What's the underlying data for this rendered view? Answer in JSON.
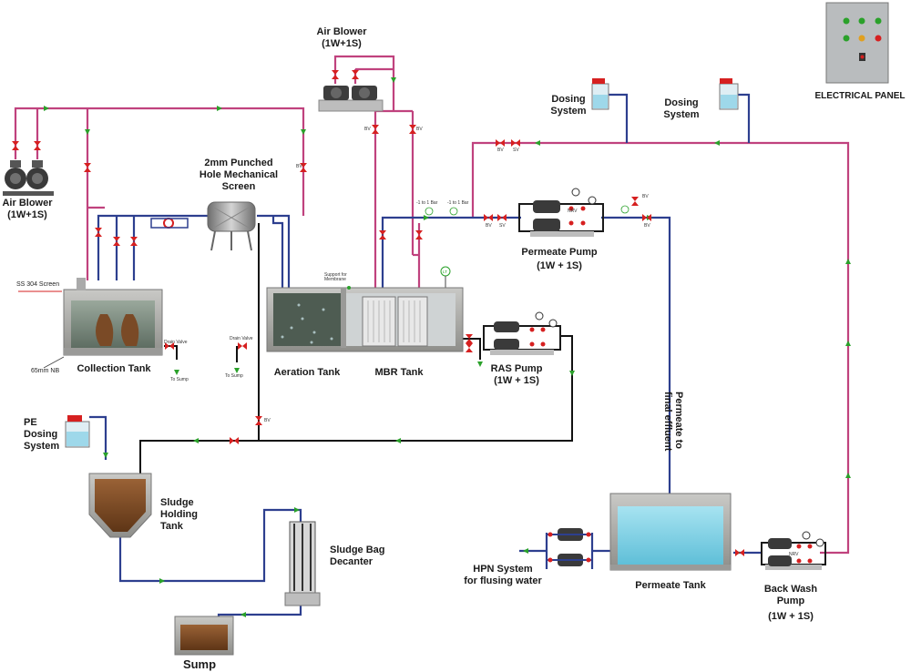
{
  "labels": {
    "air_blower_top_1": "Air Blower",
    "air_blower_top_2": "(1W+1S)",
    "air_blower_left_1": "Air Blower",
    "air_blower_left_2": "(1W+1S)",
    "screen_1": "2mm Punched",
    "screen_2": "Hole Mechanical",
    "screen_3": "Screen",
    "dosing_1_a": "Dosing",
    "dosing_1_b": "System",
    "dosing_2_a": "Dosing",
    "dosing_2_b": "System",
    "electrical_panel": "ELECTRICAL PANEL",
    "permeate_pump_1": "Permeate Pump",
    "permeate_pump_2": "(1W + 1S)",
    "ss_screen": "SS 304 Screen",
    "nb": "65mm NB",
    "collection_tank": "Collection Tank",
    "drain_valve_1": "Drain Valve",
    "to_sump_1": "To Sump",
    "drain_valve_2": "Drain Valve",
    "to_sump_2": "To Sump",
    "aeration_tank": "Aeration Tank",
    "mbr_tank": "MBR Tank",
    "support_membrane_1": "Support for",
    "support_membrane_2": "Membrane",
    "ras_pump_1": "RAS Pump",
    "ras_pump_2": "(1W + 1S)",
    "permeate_final_1": "Permeate to",
    "permeate_final_2": "final effluent",
    "pe_dosing_1": "PE",
    "pe_dosing_2": "Dosing",
    "pe_dosing_3": "System",
    "sludge_holding_1": "Sludge",
    "sludge_holding_2": "Holding",
    "sludge_holding_3": "Tank",
    "sludge_bag_1": "Sludge Bag",
    "sludge_bag_2": "Decanter",
    "hpn_1": "HPN System",
    "hpn_2": "for flusing water",
    "permeate_tank": "Permeate Tank",
    "backwash_1": "Back Wash",
    "backwash_2": "Pump",
    "backwash_3": "(1W + 1S)",
    "sump": "Sump",
    "bar_1": "-1 to 1 Bar",
    "bar_2": "-1 to 1 Bar",
    "bv": "BV",
    "sv": "SV",
    "nrv": "NRV",
    "pt": "PT",
    "lt": "LT"
  },
  "colors": {
    "air_line": "#c0427e",
    "water_line": "#2d3f8f",
    "sludge_line": "#111111",
    "permeate_line": "#3a4ea0",
    "arrow": "#2aa12a",
    "valve": "#d62020",
    "tank_wall": "#9a9a98",
    "water": "#8fd3e6",
    "sludge": "#7a4a26"
  }
}
